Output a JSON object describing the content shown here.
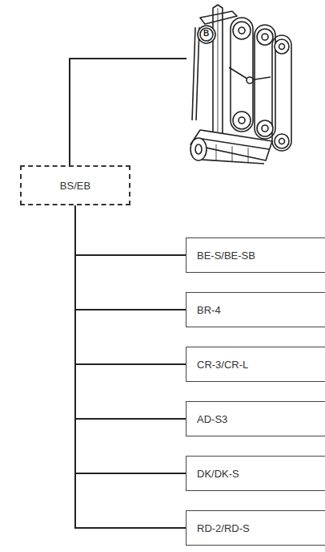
{
  "diagram": {
    "nodes": [
      {
        "text": [
          "BS/EB"
        ]
      },
      {
        "text": [
          "BE-S/BE-SB"
        ]
      },
      {
        "text": [
          "BR-4"
        ]
      },
      {
        "text": [
          "CR-3/CR-L"
        ]
      },
      {
        "text": [
          "AD-S3"
        ]
      },
      {
        "text": [
          "DK/DK-S"
        ]
      },
      {
        "text": [
          "RD-2/RD-S"
        ]
      }
    ],
    "edges": [
      {
        "from": 0,
        "to": 1,
        "arrow": "none"
      },
      {
        "from": 0,
        "to": 2,
        "arrow": "none"
      },
      {
        "from": 0,
        "to": 3,
        "arrow": "none"
      },
      {
        "from": 0,
        "to": 4,
        "arrow": "none"
      },
      {
        "from": 0,
        "to": 5,
        "arrow": "none"
      },
      {
        "from": 0,
        "to": 6,
        "arrow": "none"
      }
    ],
    "labels": [
      "B"
    ]
  }
}
